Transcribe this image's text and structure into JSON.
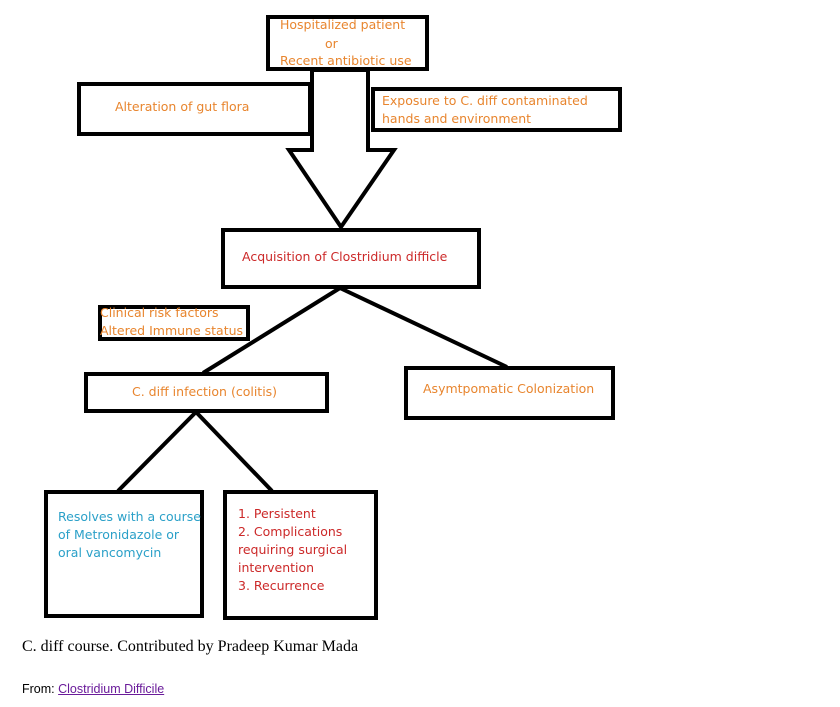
{
  "nodes": {
    "start_line1": "Hospitalized patient",
    "start_line2": "or",
    "start_line3": "Recent antibiotic use",
    "gut_flora": "Alteration of gut flora",
    "exposure_line1": "Exposure to C. diff contaminated",
    "exposure_line2": "hands and environment",
    "acquisition": "Acquisition of Clostridium difficle",
    "risk_line1": "Clinical risk factors",
    "risk_line2": "Altered Immune status",
    "infection": "C. diff infection (colitis)",
    "colonization": "Asymtpomatic Colonization",
    "resolves_line1": "Resolves with a course",
    "resolves_line2": "of Metronidazole or",
    "resolves_line3": "oral vancomycin",
    "outcome_line1": "1. Persistent",
    "outcome_line2": "2. Complications",
    "outcome_line3": "requiring surgical",
    "outcome_line4": "intervention",
    "outcome_line5": "3. Recurrence"
  },
  "caption": "C. diff course. Contributed by Pradeep Kumar Mada",
  "source": {
    "prefix": "From:",
    "link_text": "Clostridium Difficile"
  },
  "colors": {
    "orange": "#e8852e",
    "red": "#cc2929",
    "blue": "#2aa0c8"
  }
}
